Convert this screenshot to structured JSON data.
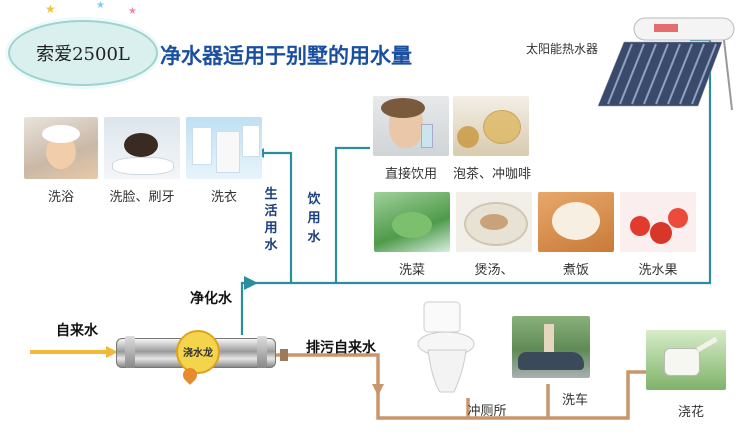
{
  "header": {
    "badge": "索爱2500L",
    "title": "净水器适用于别墅的用水量"
  },
  "solar": {
    "label": "太阳能热水器"
  },
  "filter": {
    "logo": "浇水龙"
  },
  "left_group": [
    {
      "label": "洗浴",
      "icon": "child-shower-photo"
    },
    {
      "label": "洗脸、刷牙",
      "icon": "face-wash-photo"
    },
    {
      "label": "洗衣",
      "icon": "laundry-photo"
    }
  ],
  "drink_group": [
    {
      "label": "直接饮用",
      "icon": "woman-drinking-photo"
    },
    {
      "label": "泡茶、冲咖啡",
      "icon": "teapot-photo"
    }
  ],
  "cook_group": [
    {
      "label": "洗菜",
      "icon": "vegetable-wash-photo"
    },
    {
      "label": "煲汤、",
      "icon": "soup-bowl-photo"
    },
    {
      "label": "煮饭",
      "icon": "rice-photo"
    },
    {
      "label": "洗水果",
      "icon": "fruit-wash-photo"
    }
  ],
  "vertical_labels": {
    "life": [
      "生",
      "活",
      "用",
      "水"
    ],
    "drink": [
      "饮",
      "用",
      "水"
    ]
  },
  "pipes": {
    "tap_water": "自来水",
    "purified": "净化水",
    "drain": "排污自来水"
  },
  "bottom_group": [
    {
      "label": "冲厕所",
      "icon": "toilet-photo"
    },
    {
      "label": "洗车",
      "icon": "car-wash-photo"
    },
    {
      "label": "浇花",
      "icon": "watering-can-photo"
    }
  ],
  "colors": {
    "teal_pipe": "#2a8f9c",
    "tap_pipe": "#f2b83a",
    "drain_pipe": "#c8966a",
    "title": "#1a4fa0"
  }
}
